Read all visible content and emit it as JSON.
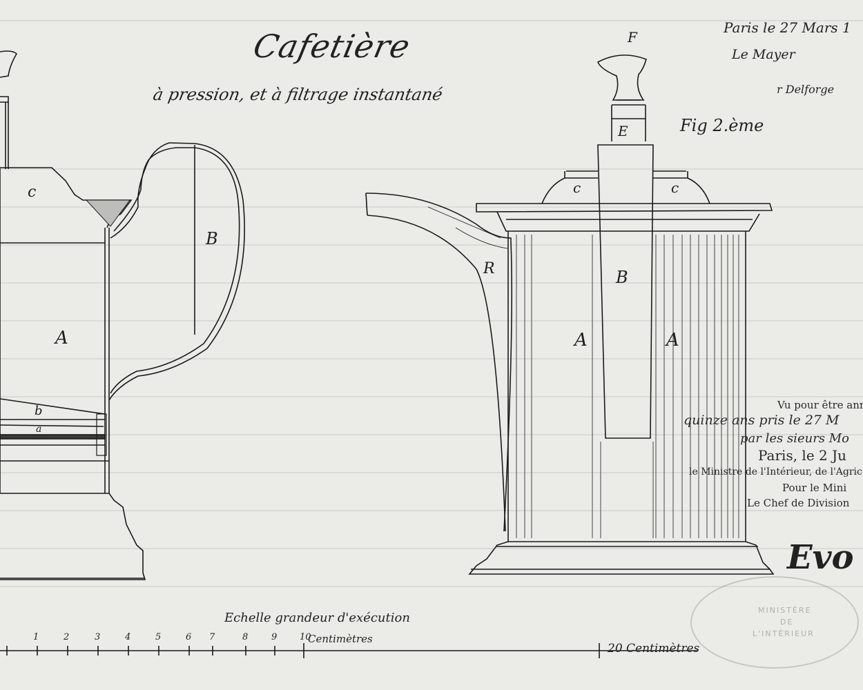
{
  "title": "Cafetière",
  "subtitle": "à pression, et à filtrage instantané",
  "date_line": "Paris le 27 Mars 1",
  "signature_1": "Le Mayer",
  "signature_2": "r Delforge",
  "fig_label": "Fig 2.ème",
  "labels_left": {
    "c": "c",
    "B": "B",
    "A": "A",
    "b": "b",
    "a": "a"
  },
  "labels_right": {
    "F": "F",
    "E": "E",
    "c1": "c",
    "c2": "c",
    "R": "R",
    "B": "B",
    "A1": "A",
    "A2": "A"
  },
  "approval": {
    "line1": "Vu pour être ann",
    "line2": "quinze ans pris le 27 M",
    "line3": "par les sieurs Mo",
    "line4": "Paris, le 2 Ju",
    "line5": "le Ministre de l'Intérieur, de l'Agric",
    "line6": "Pour le Mini",
    "line7": "Le Chef de Division",
    "signature": "Evo"
  },
  "scale": {
    "caption": "Echelle grandeur d'exécution",
    "ticks": [
      "1",
      "2",
      "3",
      "4",
      "5",
      "6",
      "7",
      "8",
      "9",
      "10"
    ],
    "label_10": "Centimètres",
    "label_20": "20 Centimètres"
  },
  "stamp": {
    "line1": "MINISTÈRE",
    "line2": "DE",
    "line3": "L'INTÉRIEUR"
  }
}
